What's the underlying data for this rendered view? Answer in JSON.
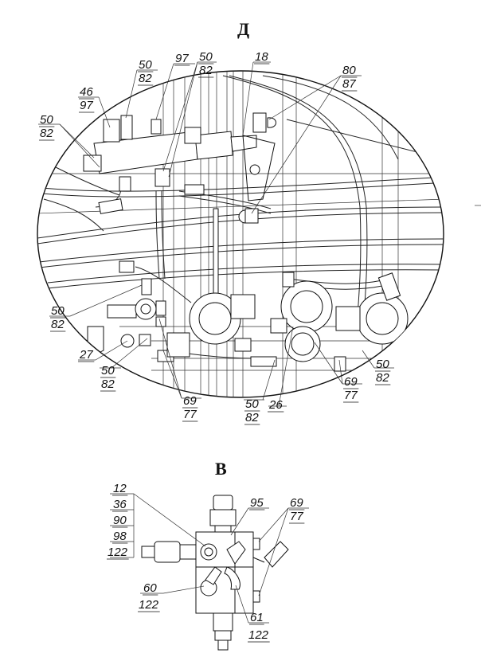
{
  "views": {
    "d": {
      "title": "Д"
    },
    "v": {
      "title": "В"
    }
  },
  "callouts_d": [
    {
      "top": "50",
      "bottom": "82"
    },
    {
      "top": "97"
    },
    {
      "top": "50",
      "bottom": "82"
    },
    {
      "top": "18"
    },
    {
      "top": "80",
      "bottom": "87"
    },
    {
      "top": "46",
      "bottom": "97"
    },
    {
      "top": "50",
      "bottom": "82"
    },
    {
      "top": "50",
      "bottom": "82"
    },
    {
      "top": "27"
    },
    {
      "top": "50",
      "bottom": "82"
    },
    {
      "top": "69",
      "bottom": "77"
    },
    {
      "top": "50",
      "bottom": "82"
    },
    {
      "top": "26"
    },
    {
      "top": "69",
      "bottom": "77"
    },
    {
      "top": "50",
      "bottom": "82"
    }
  ],
  "callouts_v": {
    "stack": [
      "12",
      "36",
      "90",
      "98",
      "122"
    ],
    "items": [
      {
        "top": "95"
      },
      {
        "top": "69",
        "bottom": "77"
      },
      {
        "top": "60",
        "bottom": "122"
      },
      {
        "top": "61",
        "bottom": "122"
      }
    ]
  }
}
